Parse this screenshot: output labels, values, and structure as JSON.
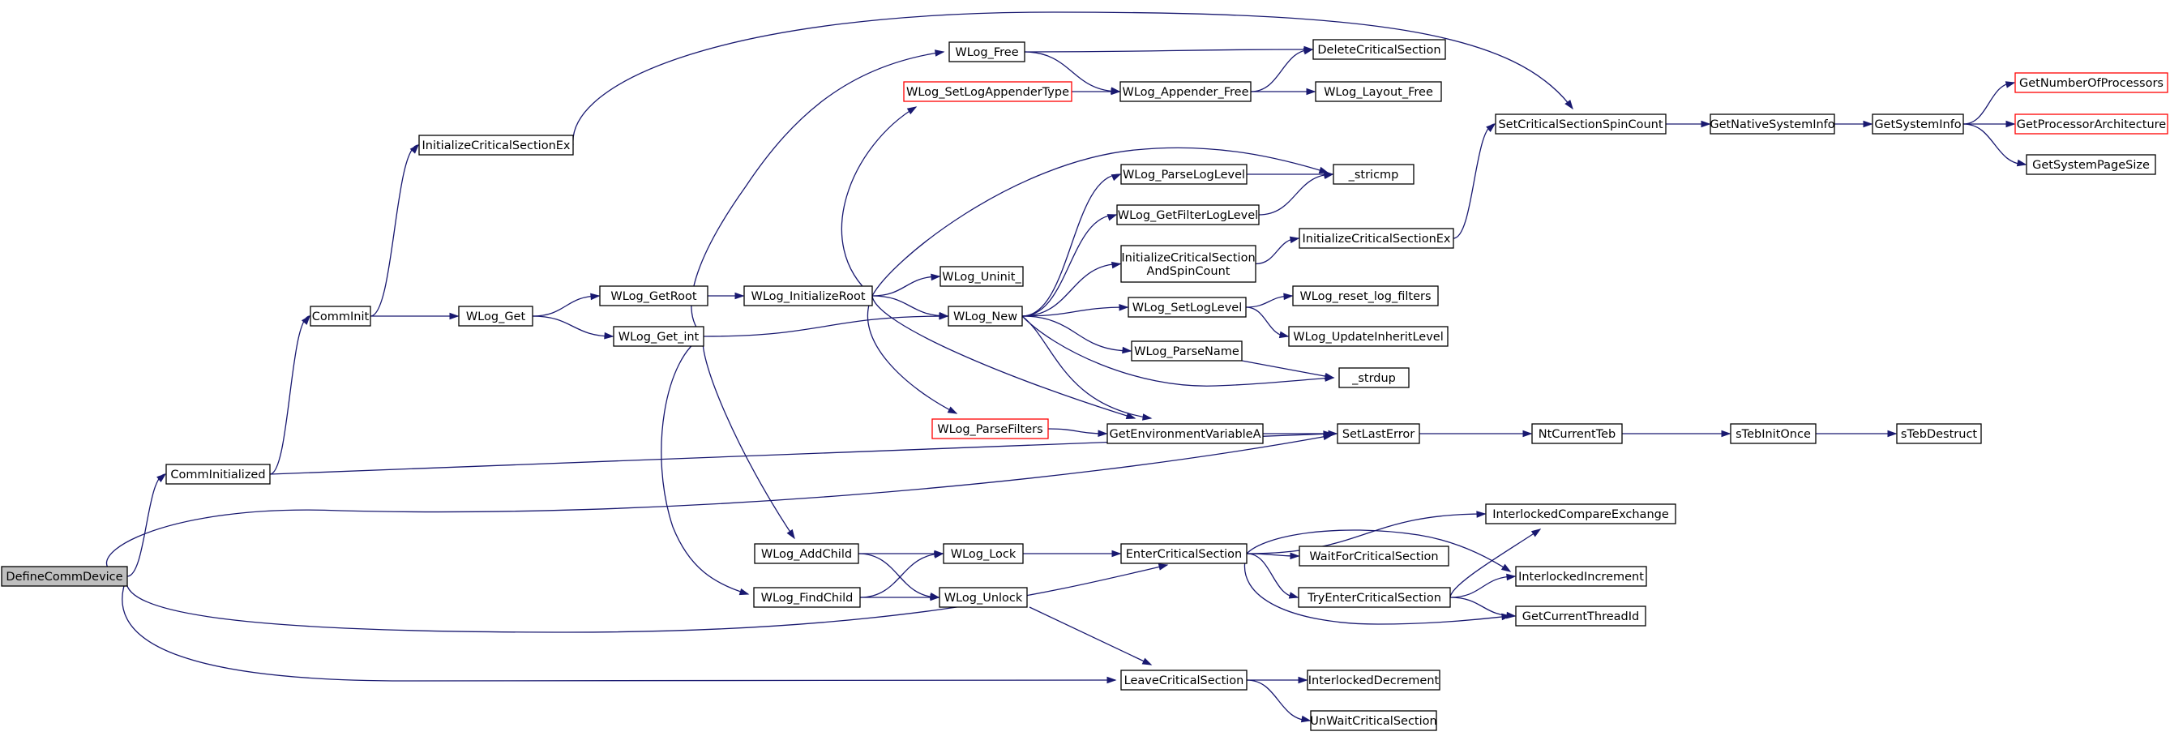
{
  "colors": {
    "edge": "#191970",
    "node_border": "#000000",
    "node_border_truncated": "#ff0000",
    "root_fill": "#bfbfbf",
    "node_fill": "#ffffff"
  },
  "nodes": {
    "DefineCommDevice": {
      "label": "DefineCommDevice",
      "root": true
    },
    "CommInitialized": {
      "label": "CommInitialized"
    },
    "CommInit": {
      "label": "CommInit"
    },
    "InitializeCriticalSectionEx_a": {
      "label": "InitializeCriticalSectionEx"
    },
    "WLog_Get": {
      "label": "WLog_Get"
    },
    "WLog_GetRoot": {
      "label": "WLog_GetRoot"
    },
    "WLog_Get_int": {
      "label": "WLog_Get_int"
    },
    "WLog_InitializeRoot": {
      "label": "WLog_InitializeRoot"
    },
    "WLog_Free": {
      "label": "WLog_Free"
    },
    "WLog_SetLogAppenderType": {
      "label": "WLog_SetLogAppenderType",
      "truncated": true
    },
    "WLog_Appender_Free": {
      "label": "WLog_Appender_Free"
    },
    "DeleteCriticalSection": {
      "label": "DeleteCriticalSection"
    },
    "WLog_Layout_Free": {
      "label": "WLog_Layout_Free"
    },
    "WLog_ParseLogLevel": {
      "label": "WLog_ParseLogLevel"
    },
    "_stricmp": {
      "label": "_stricmp"
    },
    "WLog_GetFilterLogLevel": {
      "label": "WLog_GetFilterLogLevel"
    },
    "InitializeCriticalSectionAndSpinCount": {
      "label": "InitializeCriticalSection\nAndSpinCount"
    },
    "InitializeCriticalSectionEx_b": {
      "label": "InitializeCriticalSectionEx"
    },
    "WLog_Uninit_": {
      "label": "WLog_Uninit_"
    },
    "WLog_New": {
      "label": "WLog_New"
    },
    "WLog_SetLogLevel": {
      "label": "WLog_SetLogLevel"
    },
    "WLog_reset_log_filters": {
      "label": "WLog_reset_log_filters"
    },
    "WLog_UpdateInheritLevel": {
      "label": "WLog_UpdateInheritLevel"
    },
    "WLog_ParseName": {
      "label": "WLog_ParseName"
    },
    "_strdup": {
      "label": "_strdup"
    },
    "WLog_ParseFilters": {
      "label": "WLog_ParseFilters",
      "truncated": true
    },
    "GetEnvironmentVariableA": {
      "label": "GetEnvironmentVariableA"
    },
    "SetLastError": {
      "label": "SetLastError"
    },
    "NtCurrentTeb": {
      "label": "NtCurrentTeb"
    },
    "sTebInitOnce": {
      "label": "sTebInitOnce"
    },
    "sTebDestruct": {
      "label": "sTebDestruct"
    },
    "SetCriticalSectionSpinCount": {
      "label": "SetCriticalSectionSpinCount"
    },
    "GetNativeSystemInfo": {
      "label": "GetNativeSystemInfo"
    },
    "GetSystemInfo": {
      "label": "GetSystemInfo"
    },
    "GetNumberOfProcessors": {
      "label": "GetNumberOfProcessors",
      "truncated": true
    },
    "GetProcessorArchitecture": {
      "label": "GetProcessorArchitecture",
      "truncated": true
    },
    "GetSystemPageSize": {
      "label": "GetSystemPageSize"
    },
    "WLog_AddChild": {
      "label": "WLog_AddChild"
    },
    "WLog_FindChild": {
      "label": "WLog_FindChild"
    },
    "WLog_Lock": {
      "label": "WLog_Lock"
    },
    "WLog_Unlock": {
      "label": "WLog_Unlock"
    },
    "EnterCriticalSection": {
      "label": "EnterCriticalSection"
    },
    "LeaveCriticalSection": {
      "label": "LeaveCriticalSection"
    },
    "InterlockedCompareExchange": {
      "label": "InterlockedCompareExchange"
    },
    "WaitForCriticalSection": {
      "label": "WaitForCriticalSection"
    },
    "InterlockedIncrement": {
      "label": "InterlockedIncrement"
    },
    "TryEnterCriticalSection": {
      "label": "TryEnterCriticalSection"
    },
    "GetCurrentThreadId": {
      "label": "GetCurrentThreadId"
    },
    "InterlockedDecrement": {
      "label": "InterlockedDecrement"
    },
    "UnWaitCriticalSection": {
      "label": "UnWaitCriticalSection"
    }
  },
  "edges": [
    [
      "DefineCommDevice",
      "CommInitialized"
    ],
    [
      "DefineCommDevice",
      "SetLastError"
    ],
    [
      "DefineCommDevice",
      "EnterCriticalSection"
    ],
    [
      "DefineCommDevice",
      "LeaveCriticalSection"
    ],
    [
      "CommInitialized",
      "CommInit"
    ],
    [
      "CommInitialized",
      "SetLastError"
    ],
    [
      "CommInit",
      "InitializeCriticalSectionEx_a"
    ],
    [
      "CommInit",
      "WLog_Get"
    ],
    [
      "InitializeCriticalSectionEx_a",
      "SetCriticalSectionSpinCount"
    ],
    [
      "WLog_Get",
      "WLog_GetRoot"
    ],
    [
      "WLog_Get",
      "WLog_Get_int"
    ],
    [
      "WLog_GetRoot",
      "WLog_InitializeRoot"
    ],
    [
      "WLog_Get_int",
      "WLog_Free"
    ],
    [
      "WLog_Get_int",
      "WLog_New"
    ],
    [
      "WLog_Get_int",
      "WLog_AddChild"
    ],
    [
      "WLog_Get_int",
      "WLog_FindChild"
    ],
    [
      "WLog_InitializeRoot",
      "WLog_SetLogAppenderType"
    ],
    [
      "WLog_InitializeRoot",
      "_stricmp"
    ],
    [
      "WLog_InitializeRoot",
      "WLog_Uninit_"
    ],
    [
      "WLog_InitializeRoot",
      "WLog_New"
    ],
    [
      "WLog_InitializeRoot",
      "WLog_ParseFilters"
    ],
    [
      "WLog_InitializeRoot",
      "GetEnvironmentVariableA"
    ],
    [
      "WLog_Free",
      "DeleteCriticalSection"
    ],
    [
      "WLog_Free",
      "WLog_Appender_Free"
    ],
    [
      "WLog_SetLogAppenderType",
      "WLog_Appender_Free"
    ],
    [
      "WLog_Appender_Free",
      "DeleteCriticalSection"
    ],
    [
      "WLog_Appender_Free",
      "WLog_Layout_Free"
    ],
    [
      "WLog_New",
      "WLog_ParseLogLevel"
    ],
    [
      "WLog_New",
      "WLog_GetFilterLogLevel"
    ],
    [
      "WLog_New",
      "InitializeCriticalSectionAndSpinCount"
    ],
    [
      "WLog_New",
      "WLog_SetLogLevel"
    ],
    [
      "WLog_New",
      "WLog_ParseName"
    ],
    [
      "WLog_New",
      "_strdup"
    ],
    [
      "WLog_New",
      "GetEnvironmentVariableA"
    ],
    [
      "WLog_ParseLogLevel",
      "_stricmp"
    ],
    [
      "WLog_GetFilterLogLevel",
      "_stricmp"
    ],
    [
      "InitializeCriticalSectionAndSpinCount",
      "InitializeCriticalSectionEx_b"
    ],
    [
      "InitializeCriticalSectionEx_b",
      "SetCriticalSectionSpinCount"
    ],
    [
      "WLog_SetLogLevel",
      "WLog_reset_log_filters"
    ],
    [
      "WLog_SetLogLevel",
      "WLog_UpdateInheritLevel"
    ],
    [
      "WLog_ParseName",
      "_strdup"
    ],
    [
      "WLog_ParseFilters",
      "GetEnvironmentVariableA"
    ],
    [
      "GetEnvironmentVariableA",
      "SetLastError"
    ],
    [
      "SetLastError",
      "NtCurrentTeb"
    ],
    [
      "NtCurrentTeb",
      "sTebInitOnce"
    ],
    [
      "sTebInitOnce",
      "sTebDestruct"
    ],
    [
      "SetCriticalSectionSpinCount",
      "GetNativeSystemInfo"
    ],
    [
      "GetNativeSystemInfo",
      "GetSystemInfo"
    ],
    [
      "GetSystemInfo",
      "GetNumberOfProcessors"
    ],
    [
      "GetSystemInfo",
      "GetProcessorArchitecture"
    ],
    [
      "GetSystemInfo",
      "GetSystemPageSize"
    ],
    [
      "WLog_AddChild",
      "WLog_Lock"
    ],
    [
      "WLog_AddChild",
      "WLog_Unlock"
    ],
    [
      "WLog_FindChild",
      "WLog_Lock"
    ],
    [
      "WLog_FindChild",
      "WLog_Unlock"
    ],
    [
      "WLog_Lock",
      "EnterCriticalSection"
    ],
    [
      "WLog_Unlock",
      "LeaveCriticalSection"
    ],
    [
      "EnterCriticalSection",
      "InterlockedCompareExchange"
    ],
    [
      "EnterCriticalSection",
      "WaitForCriticalSection"
    ],
    [
      "EnterCriticalSection",
      "InterlockedIncrement"
    ],
    [
      "EnterCriticalSection",
      "TryEnterCriticalSection"
    ],
    [
      "EnterCriticalSection",
      "GetCurrentThreadId"
    ],
    [
      "TryEnterCriticalSection",
      "InterlockedCompareExchange"
    ],
    [
      "TryEnterCriticalSection",
      "InterlockedIncrement"
    ],
    [
      "TryEnterCriticalSection",
      "GetCurrentThreadId"
    ],
    [
      "LeaveCriticalSection",
      "InterlockedDecrement"
    ],
    [
      "LeaveCriticalSection",
      "UnWaitCriticalSection"
    ]
  ]
}
